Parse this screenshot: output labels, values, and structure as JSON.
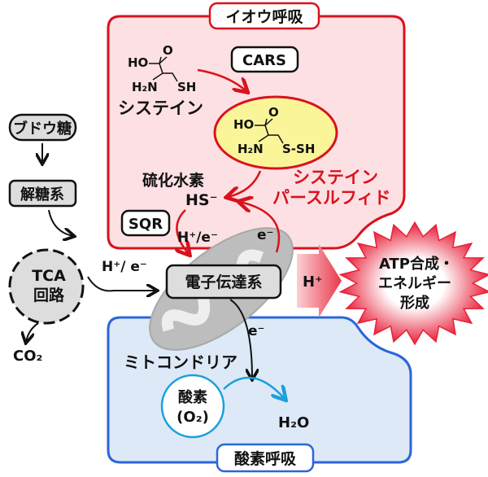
{
  "sulfur_respiration": {
    "title": "イオウ呼吸",
    "enzyme": "CARS",
    "cysteine_label": "システイン",
    "cysteine_struct": {
      "ho": "HO",
      "o": "O",
      "h2n": "H₂N",
      "sh": "SH"
    },
    "persulfide_struct": {
      "ho": "HO",
      "o": "O",
      "h2n": "H₂N",
      "ssh": "S-SH"
    },
    "persulfide_label": [
      "システイン",
      "パースルフィド"
    ],
    "h2s_label": "硫化水素",
    "hs": "HS⁻",
    "sqr": "SQR",
    "h_e": "H⁺/e⁻",
    "e": "e⁻"
  },
  "glycolysis": {
    "glucose": "ブドウ糖",
    "glycolysis": "解糖系",
    "tca": [
      "TCA",
      "回路"
    ],
    "co2": "CO₂",
    "h_e": "H⁺/ e⁻"
  },
  "etc": {
    "label": "電子伝達系",
    "h_plus": "H⁺",
    "e": "e⁻"
  },
  "atp": {
    "lines": [
      "ATP合成・",
      "エネルギー",
      "形成"
    ]
  },
  "oxygen_respiration": {
    "title": "酸素呼吸",
    "mitochondria": "ミトコンドリア",
    "oxygen": [
      "酸素",
      "(O₂)"
    ],
    "water": "H₂O"
  },
  "colors": {
    "red": "#d9121d",
    "pink_fill": "#fde0e3",
    "blue": "#2b66d9",
    "blue_fill": "#dde9f7",
    "yellow": "#fbf59a",
    "gray": "#bdbdbd",
    "cyan": "#1aa0dc"
  }
}
